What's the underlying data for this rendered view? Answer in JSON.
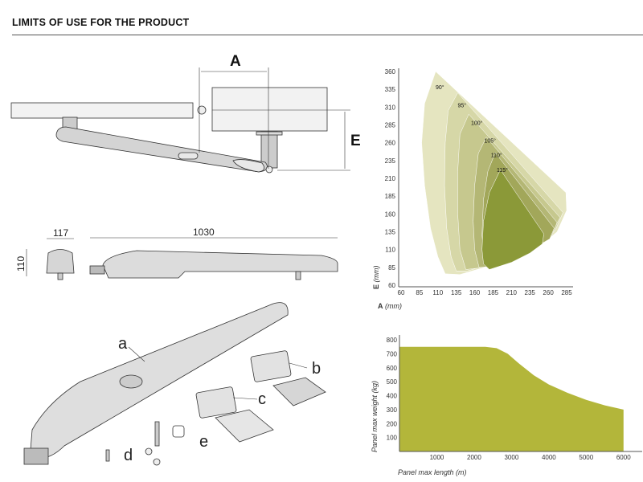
{
  "page": {
    "title": "LIMITS OF USE FOR THE PRODUCT"
  },
  "drawings": {
    "dim_A": "A",
    "dim_E": "E",
    "width_117": "117",
    "height_110": "110",
    "length_1030": "1030",
    "parts": {
      "a": "a",
      "b": "b",
      "c": "c",
      "d": "d",
      "e": "e"
    }
  },
  "chart_data": [
    {
      "type": "area",
      "title": "",
      "xlabel_var": "A",
      "xlabel_unit": "(mm)",
      "ylabel_var": "E",
      "ylabel_unit": "(mm)",
      "xlim": [
        60,
        285
      ],
      "ylim": [
        60,
        360
      ],
      "xticks": [
        60,
        85,
        110,
        135,
        160,
        185,
        210,
        235,
        260,
        285
      ],
      "yticks": [
        60,
        85,
        110,
        135,
        160,
        185,
        210,
        235,
        260,
        285,
        310,
        335,
        360
      ],
      "colors": [
        "#e5e5c0",
        "#d6d7a7",
        "#c6c88e",
        "#b4b775",
        "#a2a75a",
        "#8b9938"
      ],
      "series": [
        {
          "name": "90°",
          "label_at": [
            107,
            335
          ],
          "points": [
            [
              107,
              360
            ],
            [
              92,
              315
            ],
            [
              88,
              260
            ],
            [
              92,
              200
            ],
            [
              100,
              140
            ],
            [
              110,
              100
            ],
            [
              120,
              76
            ],
            [
              140,
              75
            ],
            [
              180,
              87
            ],
            [
              220,
              102
            ],
            [
              255,
              120
            ],
            [
              272,
              135
            ],
            [
              285,
              165
            ],
            [
              284,
              190
            ]
          ]
        },
        {
          "name": "95°",
          "label_at": [
            137,
            310
          ],
          "points": [
            [
              137,
              330
            ],
            [
              124,
              305
            ],
            [
              120,
              260
            ],
            [
              119,
              200
            ],
            [
              122,
              140
            ],
            [
              128,
              100
            ],
            [
              135,
              80
            ],
            [
              150,
              80
            ],
            [
              190,
              92
            ],
            [
              225,
              106
            ],
            [
              258,
              124
            ],
            [
              270,
              138
            ],
            [
              280,
              162
            ]
          ]
        },
        {
          "name": "100°",
          "label_at": [
            155,
            285
          ],
          "points": [
            [
              152,
              300
            ],
            [
              140,
              272
            ],
            [
              137,
              220
            ],
            [
              137,
              160
            ],
            [
              140,
              110
            ],
            [
              148,
              82
            ],
            [
              165,
              84
            ],
            [
              200,
              96
            ],
            [
              235,
              112
            ],
            [
              262,
              128
            ],
            [
              276,
              155
            ]
          ]
        },
        {
          "name": "105°",
          "label_at": [
            173,
            260
          ],
          "points": [
            [
              176,
              268
            ],
            [
              165,
              245
            ],
            [
              160,
              200
            ],
            [
              158,
              150
            ],
            [
              160,
              110
            ],
            [
              166,
              85
            ],
            [
              180,
              86
            ],
            [
              215,
              100
            ],
            [
              245,
              115
            ],
            [
              265,
              130
            ],
            [
              272,
              148
            ]
          ]
        },
        {
          "name": "110°",
          "label_at": [
            182,
            240
          ],
          "points": [
            [
              188,
              246
            ],
            [
              178,
              220
            ],
            [
              172,
              180
            ],
            [
              170,
              130
            ],
            [
              173,
              100
            ],
            [
              180,
              88
            ],
            [
              200,
              93
            ],
            [
              230,
              106
            ],
            [
              262,
              125
            ],
            [
              268,
              140
            ]
          ]
        },
        {
          "name": "115°",
          "label_at": [
            190,
            219
          ],
          "points": [
            [
              195,
              222
            ],
            [
              180,
              190
            ],
            [
              172,
              150
            ],
            [
              170,
              110
            ],
            [
              172,
              90
            ],
            [
              180,
              82
            ],
            [
              210,
              92
            ],
            [
              235,
              105
            ],
            [
              252,
              118
            ],
            [
              254,
              132
            ]
          ]
        }
      ]
    },
    {
      "type": "area",
      "xlabel": "Panel max length (m)",
      "ylabel": "Panel max weight (kg)",
      "xlim": [
        0,
        6500
      ],
      "ylim": [
        0,
        800
      ],
      "xticks": [
        1000,
        2000,
        3000,
        4000,
        5000,
        6000
      ],
      "yticks": [
        100,
        200,
        300,
        400,
        500,
        600,
        700,
        800
      ],
      "color": "#b3b63a",
      "x": [
        0,
        2300,
        2600,
        2900,
        3200,
        3600,
        4000,
        4500,
        5000,
        5500,
        6000
      ],
      "values": [
        750,
        750,
        740,
        700,
        630,
        545,
        480,
        420,
        370,
        330,
        300
      ]
    }
  ]
}
